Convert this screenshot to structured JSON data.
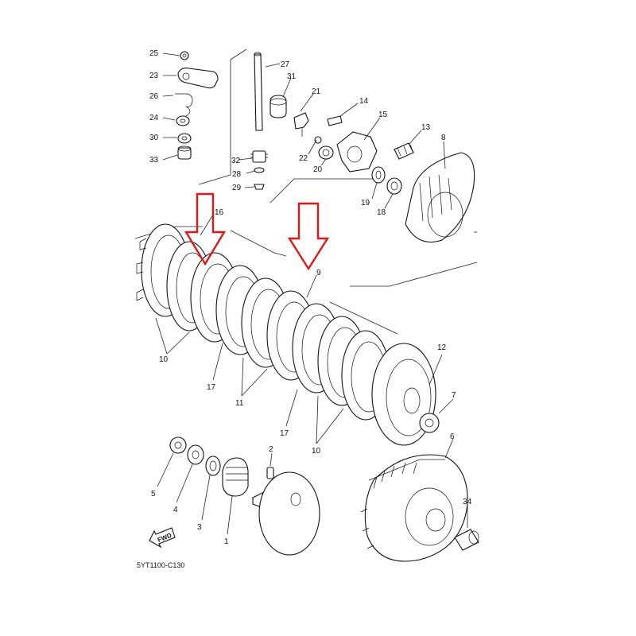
{
  "diagram": {
    "code": "5YT1100-C130",
    "fwd_label": "FWD",
    "colors": {
      "arrow": "#e01818",
      "line": "#111111",
      "background": "#ffffff"
    },
    "labels": {
      "p1": "1",
      "p2": "2",
      "p3": "3",
      "p4": "4",
      "p5": "5",
      "p6": "6",
      "p7": "7",
      "p8": "8",
      "p9": "9",
      "p10a": "10",
      "p10b": "10",
      "p11": "11",
      "p12": "12",
      "p13": "13",
      "p14": "14",
      "p15": "15",
      "p16": "16",
      "p17a": "17",
      "p17b": "17",
      "p18": "18",
      "p19": "19",
      "p20": "20",
      "p21": "21",
      "p22": "22",
      "p23": "23",
      "p24": "24",
      "p25": "25",
      "p26": "26",
      "p27": "27",
      "p28": "28",
      "p29": "29",
      "p30": "30",
      "p31": "31",
      "p32": "32",
      "p33": "33",
      "p34": "34"
    }
  }
}
